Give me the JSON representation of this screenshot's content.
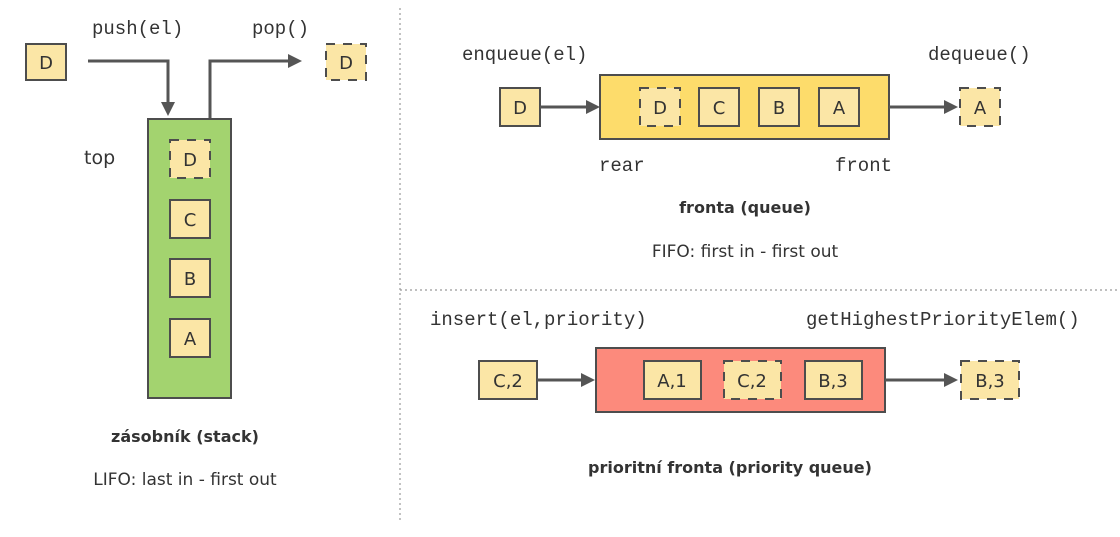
{
  "stack": {
    "incoming": "D",
    "push_label": "push(el)",
    "pop_label": "pop()",
    "outgoing": "D",
    "top_label": "top",
    "items": [
      "D",
      "C",
      "B",
      "A"
    ],
    "title": "zásobník (stack)",
    "subtitle": "LIFO: last in - first out",
    "color": "#a3d36f"
  },
  "queue": {
    "enqueue_label": "enqueue(el)",
    "dequeue_label": "dequeue()",
    "incoming": "D",
    "items": [
      "D",
      "C",
      "B",
      "A"
    ],
    "outgoing": "A",
    "rear_label": "rear",
    "front_label": "front",
    "title": "fronta (queue)",
    "subtitle": "FIFO: first in - first out",
    "color": "#fddc6b"
  },
  "priority_queue": {
    "insert_label": "insert(el,priority)",
    "get_label": "getHighestPriorityElem()",
    "incoming": "C,2",
    "items": [
      "A,1",
      "C,2",
      "B,3"
    ],
    "outgoing": "B,3",
    "title": "prioritní fronta (priority queue)",
    "color": "#fc8a7c"
  },
  "box_color": "#fbe6a6"
}
